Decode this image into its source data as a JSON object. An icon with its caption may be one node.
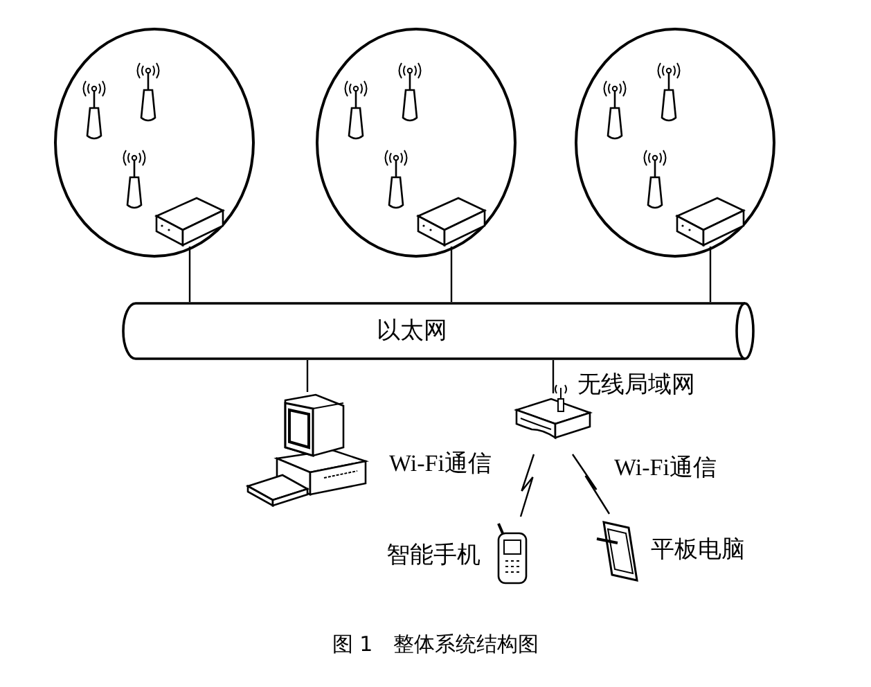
{
  "diagram": {
    "caption": "图 1　整体系统结构图",
    "nodes": [
      {
        "text": [],
        "shape": "circle"
      },
      {
        "text": [],
        "shape": "picture",
        "in": 0
      },
      {
        "text": [],
        "shape": "circle"
      },
      {
        "text": [],
        "shape": "picture",
        "in": 2
      },
      {
        "text": [],
        "shape": "circle"
      },
      {
        "text": [],
        "shape": "picture",
        "in": 4
      },
      {
        "text": [
          "以太网"
        ]
      },
      {
        "text": [],
        "shape": "picture"
      },
      {
        "text": [],
        "shape": "picture",
        "beside": [
          "无线局域网"
        ]
      },
      {
        "text": [],
        "shape": "picture",
        "beside": [
          "智能手机"
        ]
      },
      {
        "text": [],
        "shape": "picture",
        "beside": [
          "平板电脑"
        ]
      }
    ],
    "edges": [
      {
        "from": 1,
        "to": 6,
        "arrow": "none"
      },
      {
        "from": 3,
        "to": 6,
        "arrow": "none"
      },
      {
        "from": 5,
        "to": 6,
        "arrow": "none"
      },
      {
        "from": 6,
        "to": 7,
        "arrow": "none"
      },
      {
        "from": 6,
        "to": 8,
        "arrow": "none"
      },
      {
        "from": 8,
        "to": 9,
        "arrow": "none",
        "label": "Wi-Fi通信"
      },
      {
        "from": 8,
        "to": 10,
        "arrow": "none",
        "label": "Wi-Fi通信"
      }
    ]
  }
}
